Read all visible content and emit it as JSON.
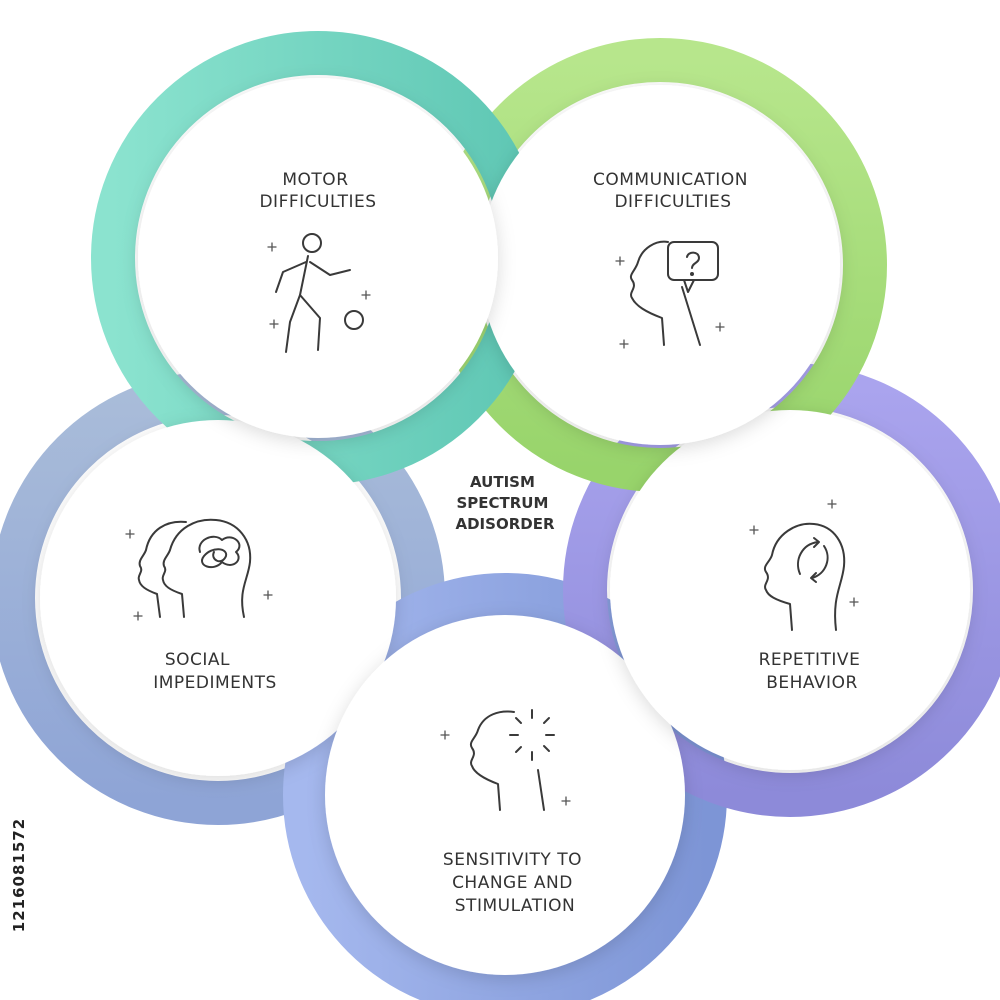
{
  "center": {
    "lines": [
      "AUTISM",
      "SPECTRUM",
      "ADISORDER"
    ]
  },
  "segments": [
    {
      "id": "motor",
      "lines": [
        "MOTOR",
        "DIFFICULTIES"
      ],
      "color": "#7fd9c6",
      "icon": "person-kicking-ball-icon"
    },
    {
      "id": "communication",
      "lines": [
        "COMMUNICATION",
        "DIFFICULTIES"
      ],
      "color": "#a9dc7a",
      "icon": "head-question-bubble-icon"
    },
    {
      "id": "repetitive",
      "lines": [
        "REPETITIVE",
        "BEHAVIOR"
      ],
      "color": "#9c98e6",
      "icon": "head-cycle-arrows-icon"
    },
    {
      "id": "sensitivity",
      "lines": [
        "SENSITIVITY TO",
        "CHANGE AND",
        "STIMULATION"
      ],
      "color": "#8ea8e2",
      "icon": "head-radiating-icon"
    },
    {
      "id": "social",
      "lines": [
        "SOCIAL",
        "IMPEDIMENTS"
      ],
      "color": "#9cb4dc",
      "icon": "two-heads-tangled-icon"
    }
  ],
  "stock_id": "1216081572"
}
